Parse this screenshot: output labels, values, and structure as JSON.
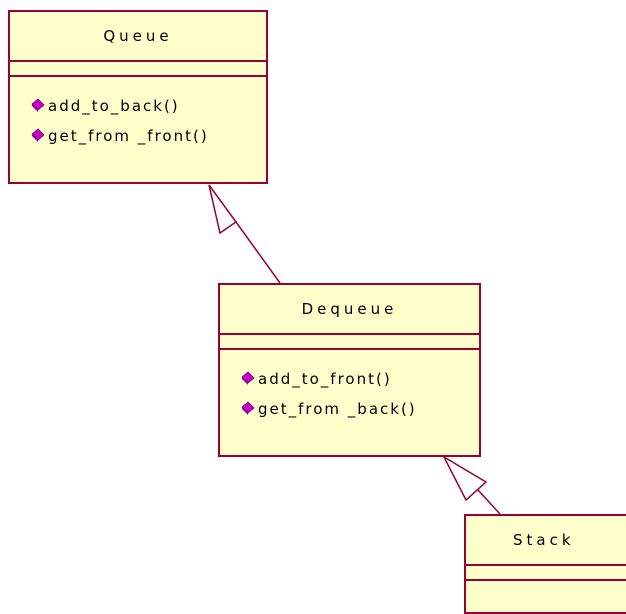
{
  "diagram": {
    "classes": [
      {
        "id": "queue",
        "name": "Queue",
        "operations": [
          "add_to_back()",
          "get_from _front()"
        ]
      },
      {
        "id": "dequeue",
        "name": "Dequeue",
        "operations": [
          "add_to_front()",
          "get_from _back()"
        ]
      },
      {
        "id": "stack",
        "name": "Stack",
        "operations": []
      }
    ],
    "relations": [
      {
        "type": "generalization",
        "from": "Dequeue",
        "to": "Queue"
      },
      {
        "type": "generalization",
        "from": "Stack",
        "to": "Dequeue"
      }
    ],
    "colors": {
      "class_fill": "#ffffcc",
      "class_border": "#990033",
      "operation_icon": "#cc00cc",
      "connector": "#990033"
    },
    "icons": {
      "operation": "public-operation-diamond-icon"
    }
  }
}
